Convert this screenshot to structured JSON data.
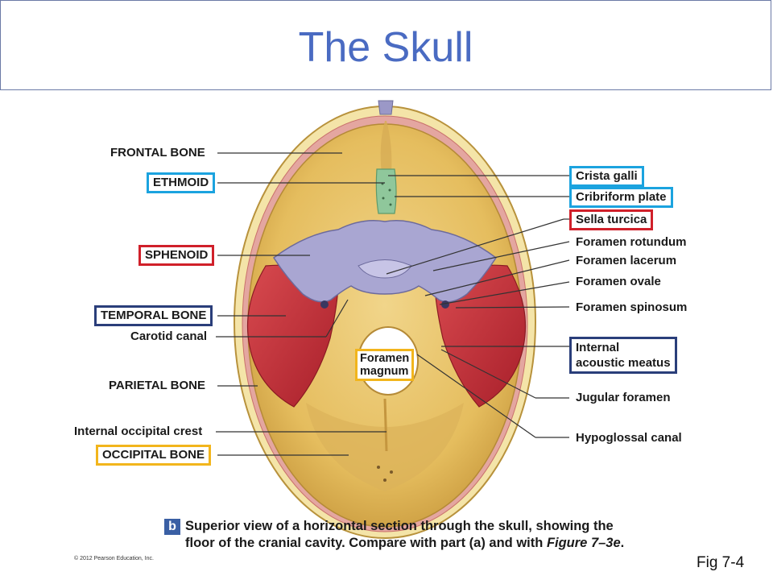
{
  "title": "The Skull",
  "labels_left": {
    "frontal_bone": "FRONTAL BONE",
    "ethmoid": "ETHMOID",
    "sphenoid": "SPHENOID",
    "temporal_bone": "TEMPORAL BONE",
    "carotid_canal": "Carotid canal",
    "parietal_bone": "PARIETAL BONE",
    "internal_occipital_crest": "Internal occipital crest",
    "occipital_bone": "OCCIPITAL BONE"
  },
  "labels_right": {
    "crista_galli": "Crista galli",
    "cribriform_plate": "Cribriform plate",
    "sella_turcica": "Sella turcica",
    "foramen_rotundum": "Foramen rotundum",
    "foramen_lacerum": "Foramen lacerum",
    "foramen_ovale": "Foramen ovale",
    "foramen_spinosum": "Foramen spinosum",
    "internal_acoustic_meatus_1": "Internal",
    "internal_acoustic_meatus_2": "acoustic meatus",
    "jugular_foramen": "Jugular foramen",
    "hypoglossal_canal": "Hypoglossal canal"
  },
  "labels_center": {
    "foramen_magnum_1": "Foramen",
    "foramen_magnum_2": "magnum"
  },
  "caption": {
    "letter": "b",
    "line1": "Superior view of a horizontal section through the skull, showing the",
    "line2_pre": "floor of the cranial cavity. Compare with part (a) and with ",
    "line2_em": "Figure 7–3e",
    "line2_post": "."
  },
  "copyright": "© 2012 Pearson Education, Inc.",
  "fig_ref": "Fig 7-4",
  "colors": {
    "title": "#4a6bc2",
    "cyan_box": "#1ba3df",
    "red_box": "#d0202a",
    "navy_box": "#2a3e7a",
    "yellow_box": "#f2b51c",
    "bone": "#e9c469",
    "sphenoid": "#a9a6d2",
    "temporal": "#c8323c",
    "ethmoid": "#8fc79b"
  }
}
